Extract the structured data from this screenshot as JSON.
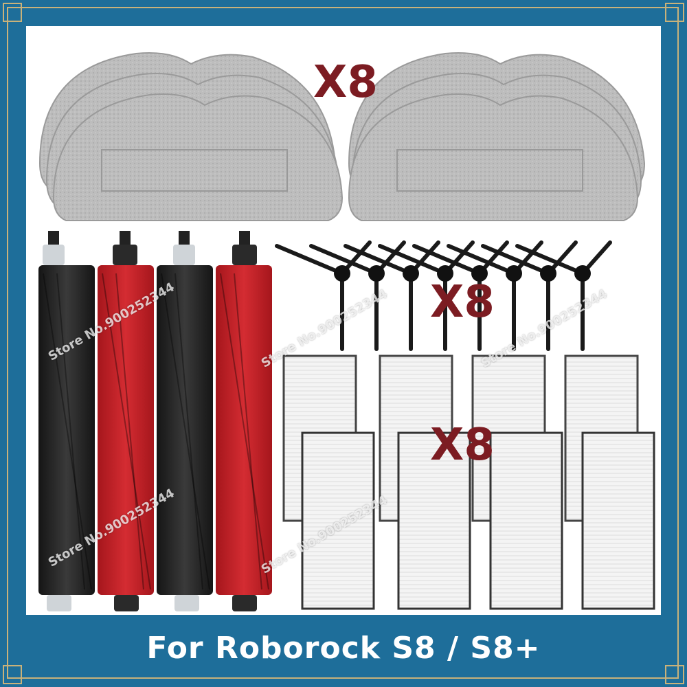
{
  "banner": {
    "text": "For Roborock S8 / S8+"
  },
  "quantities": {
    "mop_pads": "X8",
    "side_brushes": "X8",
    "filters": "X8"
  },
  "watermark": {
    "text": "Store No.900252344"
  },
  "colors": {
    "frame_blue": "#1e6e9a",
    "accent_gold": "#c9b27a",
    "quantity_text": "#7c1c22",
    "brush_red": "#c4242a",
    "brush_black": "#2a2a2a",
    "mop_gray": "#b9b9b9"
  }
}
